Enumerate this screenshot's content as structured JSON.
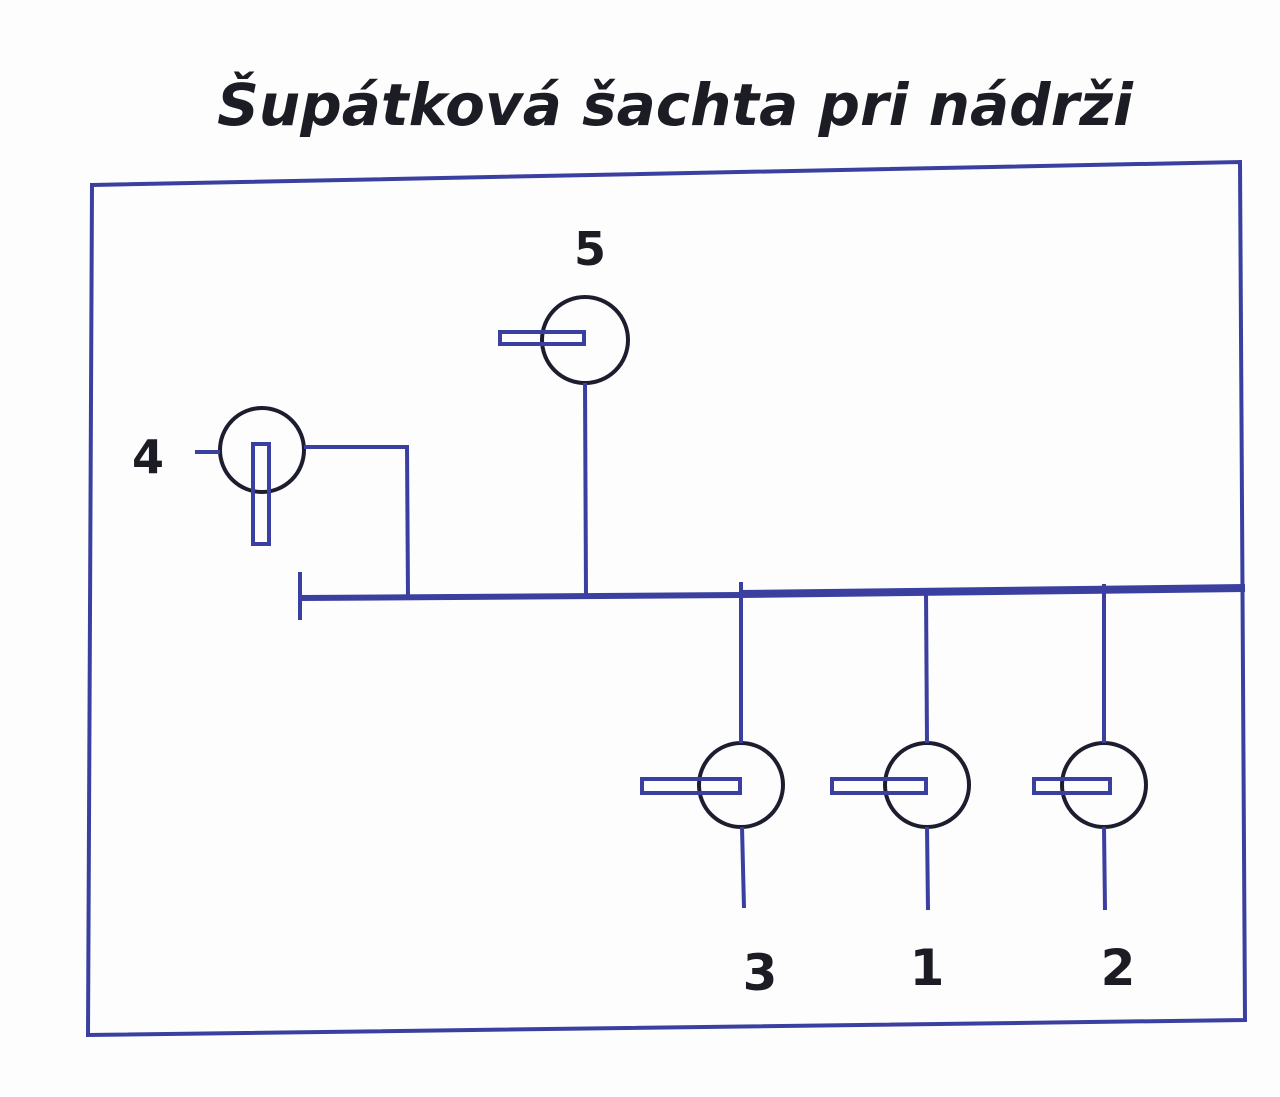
{
  "title": "Šupátková šachta pri nádrži",
  "valves": [
    {
      "id": "1",
      "label": "1"
    },
    {
      "id": "2",
      "label": "2"
    },
    {
      "id": "3",
      "label": "3"
    },
    {
      "id": "4",
      "label": "4"
    },
    {
      "id": "5",
      "label": "5"
    }
  ],
  "colors": {
    "pipe": "#3a3fa0",
    "valve_outline": "#1d1d30",
    "text": "#1c1c24"
  }
}
